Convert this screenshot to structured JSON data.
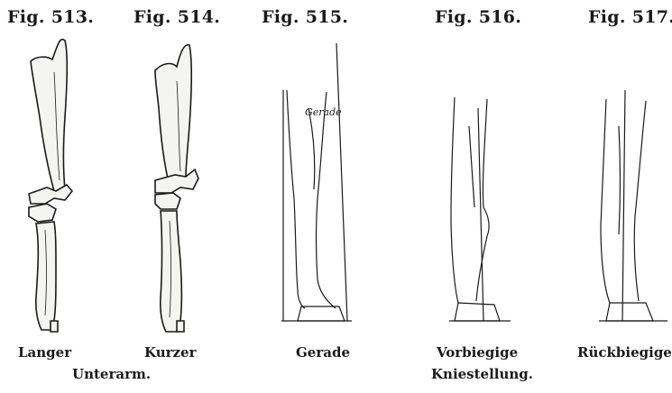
{
  "figures": [
    {
      "label": "Fig. 513.",
      "caption": "Langer"
    },
    {
      "label": "Fig. 514.",
      "caption": "Kurzer"
    },
    {
      "label": "Fig. 515.",
      "caption": "Gerade"
    },
    {
      "label": "Fig. 516.",
      "caption": "Vorbiegige"
    },
    {
      "label": "Fig. 517.",
      "caption": "Rückbiegige"
    }
  ],
  "group_captions": {
    "unterarm": "Unterarm.",
    "kniestellung": "Kniestellung."
  },
  "inline_texts": {
    "gerade_script": "Gerade"
  }
}
